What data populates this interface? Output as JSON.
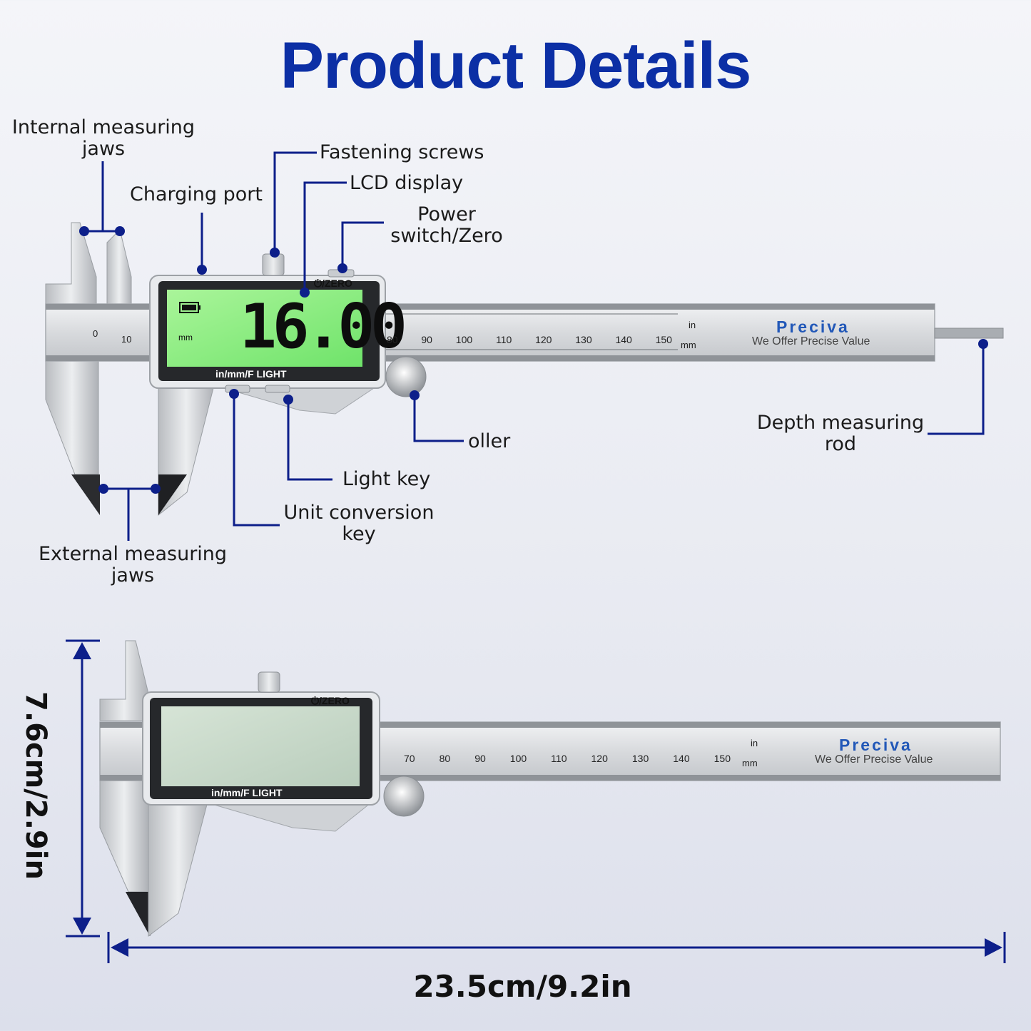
{
  "title": "Product Details",
  "labels": {
    "internal_jaws": "Internal measuring\njaws",
    "fastening_screws": "Fastening screws",
    "lcd_display": "LCD display",
    "charging_port": "Charging port",
    "power_switch": "Power\nswitch/Zero",
    "roller": "oller",
    "depth_rod": "Depth measuring\nrod",
    "light_key": "Light key",
    "unit_key": "Unit conversion\nkey",
    "external_jaws": "External measuring\njaws"
  },
  "caliper": {
    "zero_button": "⏻/ZERO",
    "keys_label": "in/mm/F  LIGHT",
    "lcd_value": "16.00",
    "lcd_unit": "mm",
    "brand": "Preciva",
    "slogan": "We Offer Precise Value",
    "unit_in": "in",
    "unit_mm": "mm",
    "mm_scale_top": [
      "80",
      "90",
      "100",
      "110",
      "120",
      "130",
      "140",
      "150"
    ],
    "mm_scale_bottom": [
      "70",
      "80",
      "90",
      "100",
      "110",
      "120",
      "130",
      "140",
      "150"
    ],
    "jaw_scale": [
      "0",
      "10"
    ]
  },
  "dimensions": {
    "height": "7.6cm/2.9in",
    "length": "23.5cm/9.2in"
  },
  "colors": {
    "title": "#0c2fa5",
    "leader_lines": "#0d1f8a",
    "lcd_backlight": "#8ef080",
    "lcd_off": "#c7d9c9",
    "brand": "#2258b8"
  }
}
